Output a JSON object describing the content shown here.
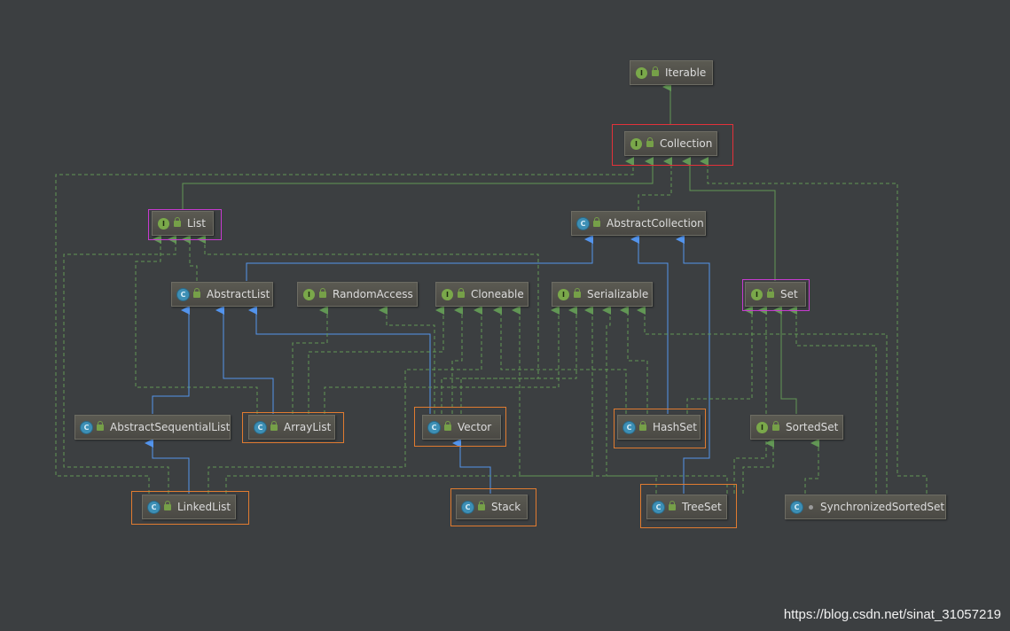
{
  "nodes": {
    "iterable": {
      "label": "Iterable",
      "kind": "interface"
    },
    "collection": {
      "label": "Collection",
      "kind": "interface"
    },
    "list": {
      "label": "List",
      "kind": "interface"
    },
    "abstract_collection": {
      "label": "AbstractCollection",
      "kind": "abstract-class"
    },
    "abstract_list": {
      "label": "AbstractList",
      "kind": "abstract-class"
    },
    "random_access": {
      "label": "RandomAccess",
      "kind": "interface"
    },
    "cloneable": {
      "label": "Cloneable",
      "kind": "interface"
    },
    "serializable": {
      "label": "Serializable",
      "kind": "interface"
    },
    "set": {
      "label": "Set",
      "kind": "interface"
    },
    "abstract_sequential_list": {
      "label": "AbstractSequentialList",
      "kind": "abstract-class"
    },
    "array_list": {
      "label": "ArrayList",
      "kind": "class"
    },
    "vector": {
      "label": "Vector",
      "kind": "class"
    },
    "hash_set": {
      "label": "HashSet",
      "kind": "class"
    },
    "sorted_set": {
      "label": "SortedSet",
      "kind": "interface"
    },
    "linked_list": {
      "label": "LinkedList",
      "kind": "class"
    },
    "stack": {
      "label": "Stack",
      "kind": "class"
    },
    "tree_set": {
      "label": "TreeSet",
      "kind": "class"
    },
    "synchronized_sorted_set": {
      "label": "SynchronizedSortedSet",
      "kind": "class"
    }
  },
  "badges": {
    "interface": "I",
    "class": "C",
    "abstract-class": "C"
  },
  "colors": {
    "background": "#3c3f41",
    "implements_edge": "#629755",
    "extends_edge": "#5394ec",
    "highlight_root": "#e2313a",
    "highlight_interface": "#c63bcf",
    "highlight_impl": "#e07b30"
  },
  "watermark": "https://blog.csdn.net/sinat_31057219"
}
